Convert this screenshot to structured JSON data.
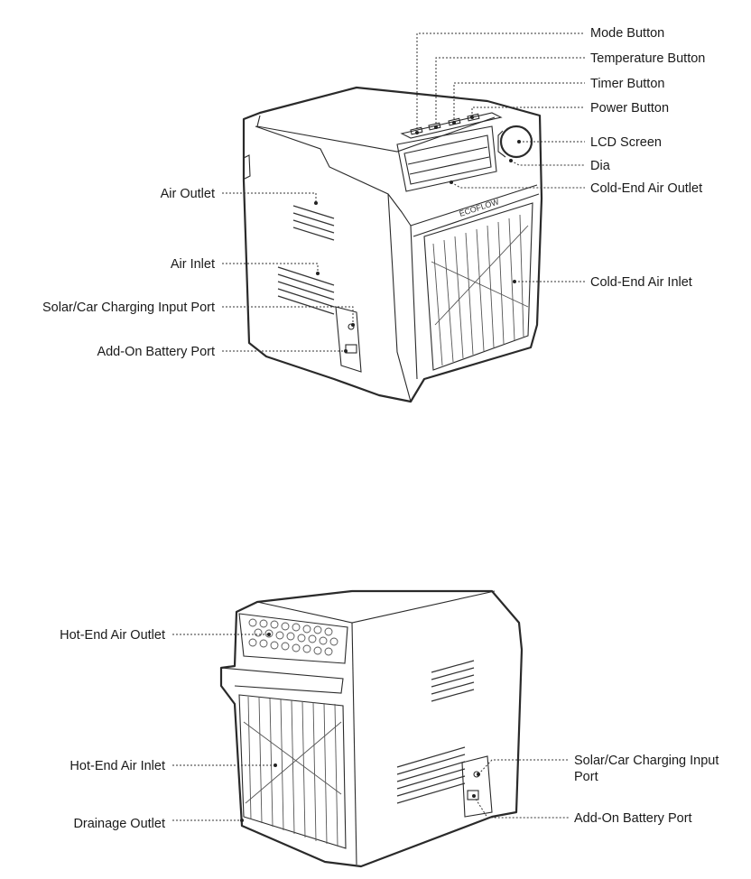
{
  "top_view": {
    "labels_right": {
      "mode_button": "Mode Button",
      "temperature_button": "Temperature Button",
      "timer_button": "Timer Button",
      "power_button": "Power Button",
      "lcd_screen": "LCD Screen",
      "dial": "Dia",
      "cold_end_air_outlet": "Cold-End Air Outlet",
      "cold_end_air_inlet": "Cold-End Air Inlet"
    },
    "labels_left": {
      "air_outlet": "Air Outlet",
      "air_inlet": "Air Inlet",
      "solar_car_port": "Solar/Car Charging Input Port",
      "add_on_battery_port": "Add-On Battery Port"
    },
    "brand_mark": "ECOFLOW"
  },
  "bottom_view": {
    "labels_left": {
      "hot_end_air_outlet": "Hot-End Air Outlet",
      "hot_end_air_inlet": "Hot-End Air Inlet",
      "drainage_outlet": "Drainage Outlet"
    },
    "labels_right": {
      "solar_car_port_line1": "Solar/Car Charging Input",
      "solar_car_port_line2": "Port",
      "add_on_battery_port": "Add-On Battery Port"
    }
  }
}
